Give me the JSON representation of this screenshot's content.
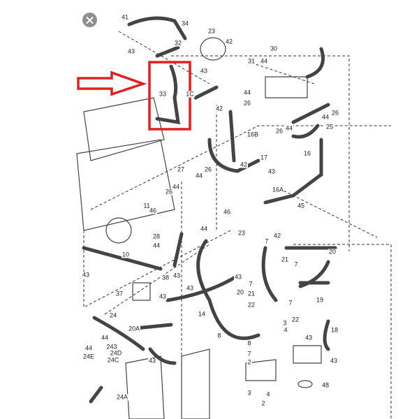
{
  "close_button": {
    "icon": "close-icon"
  },
  "highlight": {
    "color": "#e02020",
    "target_part": "33"
  },
  "diagram": {
    "part_labels": [
      "41",
      "34",
      "23",
      "42",
      "32",
      "30",
      "43",
      "31",
      "44",
      "43",
      "33",
      "1C",
      "44",
      "26",
      "42",
      "44",
      "26",
      "26",
      "44",
      "25",
      "16B",
      "17",
      "16",
      "42",
      "43",
      "27",
      "44",
      "26",
      "44",
      "26",
      "16A",
      "11",
      "45",
      "46",
      "46",
      "23",
      "44",
      "28",
      "42",
      "44",
      "7",
      "20",
      "10",
      "21",
      "7",
      "43",
      "38",
      "43",
      "43",
      "7",
      "20",
      "21",
      "37",
      "43",
      "43",
      "19",
      "7",
      "22",
      "14",
      "22",
      "3",
      "4",
      "24",
      "20A",
      "8",
      "18",
      "44",
      "43",
      "8",
      "44",
      "243",
      "24D",
      "7",
      "24E",
      "24C",
      "43",
      "2",
      "43",
      "48",
      "3",
      "4",
      "2",
      "24A"
    ]
  }
}
